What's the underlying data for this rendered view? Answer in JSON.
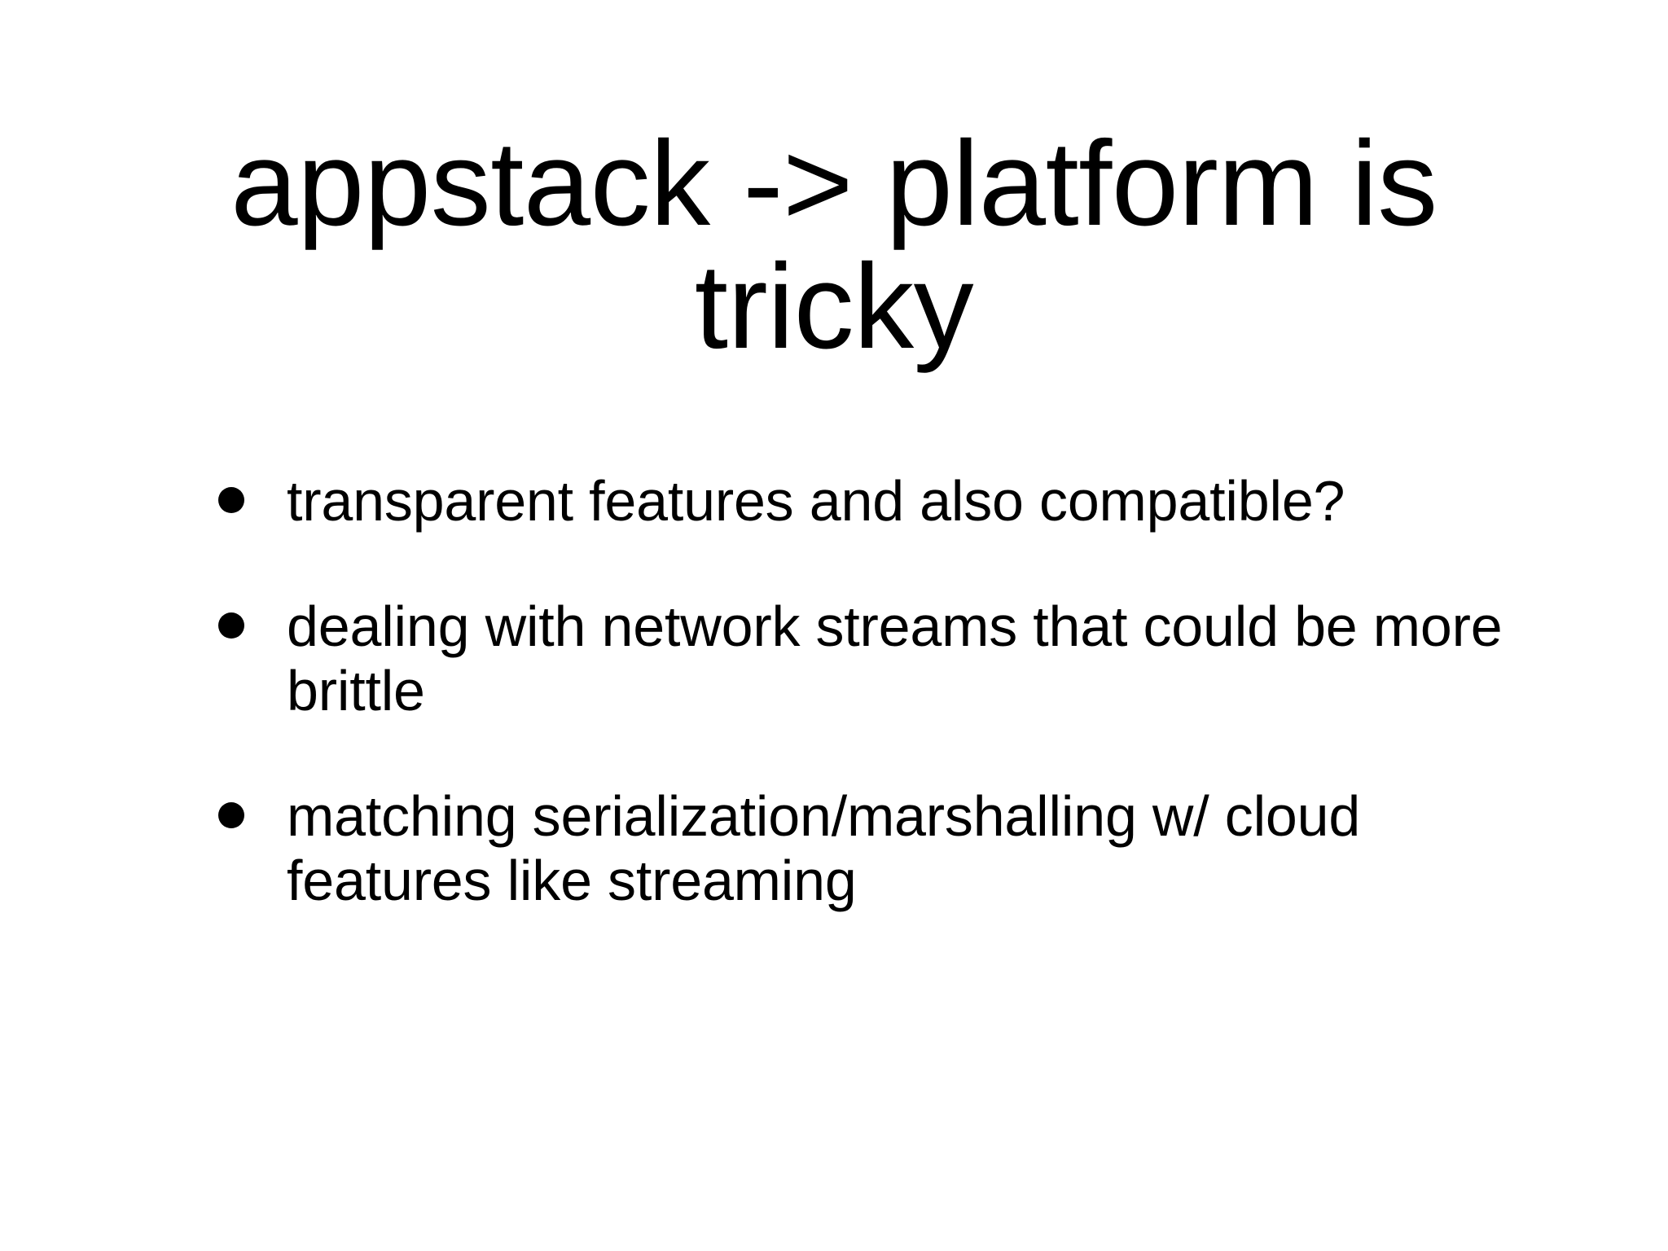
{
  "slide": {
    "background_color": "#ffffff",
    "text_color": "#000000",
    "title": "appstack -> platform is\ntricky",
    "bullets": [
      {
        "text": "transparent features and also compatible?"
      },
      {
        "text": "dealing with network streams that could be more brittle"
      },
      {
        "text": "matching serialization/marshalling w/ cloud features like streaming"
      }
    ]
  }
}
